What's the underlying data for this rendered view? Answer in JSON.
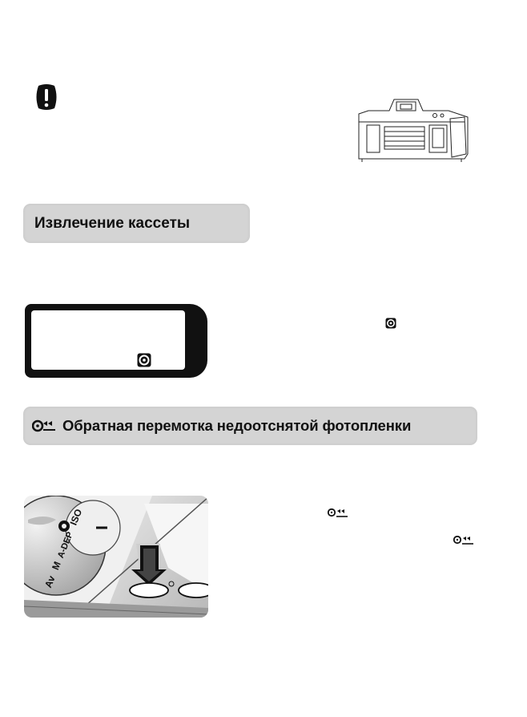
{
  "sections": {
    "cassette_removal": {
      "title": "Извлечение кассеты"
    },
    "midroll_rewind": {
      "title": "Обратная перемотка недоотснятой фотопленки"
    }
  },
  "icons": {
    "caution": "caution-icon",
    "cartridge": "film-cartridge-icon",
    "rewind": "midroll-rewind-icon"
  },
  "dial_labels": [
    "ISO",
    "A-DEP",
    "M",
    "Av"
  ],
  "colors": {
    "heading_bar": "#d4d4d4",
    "lcd_frame": "#111111",
    "text": "#111111"
  }
}
